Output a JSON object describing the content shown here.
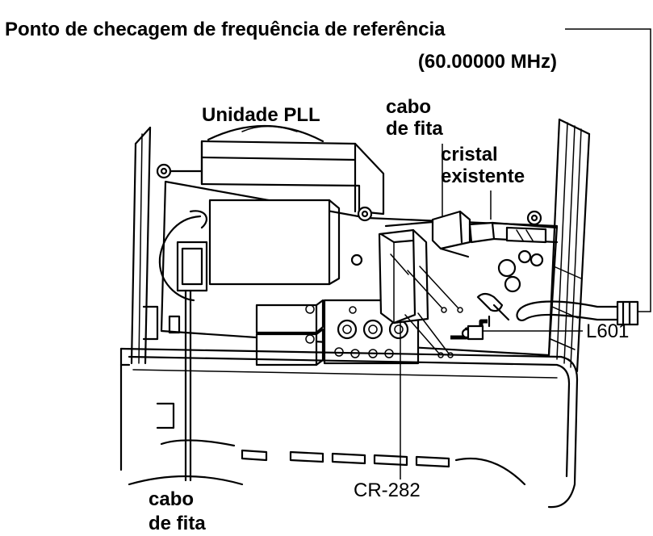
{
  "labels": {
    "checkpoint": "Ponto de checagem de frequência de referência",
    "frequency": "(60.00000 MHz)",
    "pll_unit": "Unidade PLL",
    "ribbon_top_1": "cabo",
    "ribbon_top_2": "de fita",
    "crystal_1": "cristal",
    "crystal_2": "existente",
    "l601": "L601",
    "cr282": "CR-282",
    "ribbon_bottom_1": "cabo",
    "ribbon_bottom_2": "de fita"
  }
}
